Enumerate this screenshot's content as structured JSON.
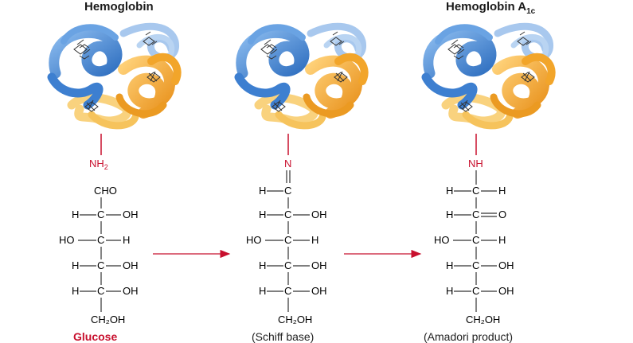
{
  "titles": {
    "hemoglobin": "Hemoglobin",
    "hba1c_main": "Hemoglobin A",
    "hba1c_sub": "1c"
  },
  "amine_groups": {
    "glucose_side": "NH",
    "glucose_side_sub": "2",
    "schiff": "N",
    "amadori": "NH"
  },
  "glucose": {
    "top": "CHO",
    "rows": [
      [
        "H",
        "OH"
      ],
      [
        "HO",
        "H"
      ],
      [
        "H",
        "OH"
      ],
      [
        "H",
        "OH"
      ]
    ],
    "bottom": "CH₂OH",
    "label": "Glucose"
  },
  "schiff_base": {
    "rows": [
      [
        "H",
        "OH"
      ],
      [
        "HO",
        "H"
      ],
      [
        "H",
        "OH"
      ],
      [
        "H",
        "OH"
      ]
    ],
    "bottom": "CH₂OH",
    "label": "(Schiff base)"
  },
  "amadori": {
    "rows": [
      [
        "HO",
        "H"
      ],
      [
        "H",
        "OH"
      ],
      [
        "H",
        "OH"
      ]
    ],
    "bottom": "CH₂OH",
    "label": "(Amadori product)"
  },
  "atoms": {
    "C": "C",
    "H": "H",
    "O": "O"
  },
  "colors": {
    "blue": "#4a90d9",
    "blue_light": "#9cc2ec",
    "orange": "#f4a82c",
    "orange_light": "#f8cd76",
    "red": "#c8102e",
    "arrow": "#c8102e",
    "bond": "#333333"
  }
}
